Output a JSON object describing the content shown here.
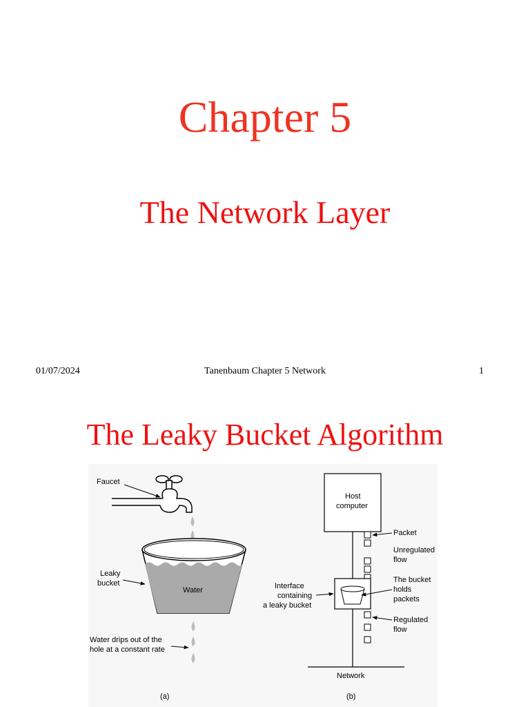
{
  "slide1": {
    "title": "Chapter 5",
    "subtitle": "The Network Layer",
    "footer": {
      "date": "01/07/2024",
      "center": "Tanenbaum Chapter 5 Network",
      "page": "1"
    }
  },
  "slide2": {
    "title": "The Leaky Bucket Algorithm",
    "figure": {
      "a": {
        "faucet": "Faucet",
        "leaky_bucket_line1": "Leaky",
        "leaky_bucket_line2": "bucket",
        "water": "Water",
        "drips_line1": "Water drips out of the",
        "drips_line2": "hole at a constant rate",
        "caption": "(a)"
      },
      "b": {
        "host_line1": "Host",
        "host_line2": "computer",
        "packet": "Packet",
        "unregulated_line1": "Unregulated",
        "unregulated_line2": "flow",
        "bucket_holds_line1": "The bucket",
        "bucket_holds_line2": "holds",
        "bucket_holds_line3": "packets",
        "interface_line1": "Interface",
        "interface_line2": "containing",
        "interface_line3": "a leaky bucket",
        "regulated_line1": "Regulated",
        "regulated_line2": "flow",
        "network": "Network",
        "caption": "(b)"
      }
    }
  }
}
